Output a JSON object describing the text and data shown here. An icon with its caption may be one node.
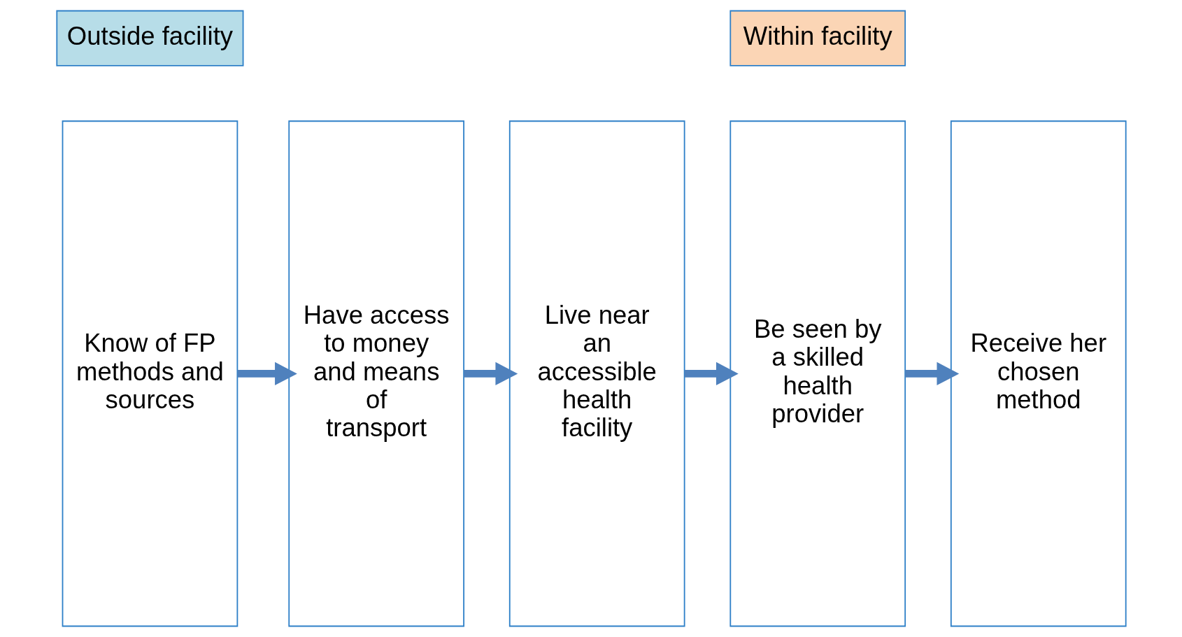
{
  "diagram": {
    "nodes": [
      {
        "text": [
          "Know of FP methods and sources"
        ]
      },
      {
        "text": [
          "Have access to money and means of transport"
        ]
      },
      {
        "text": [
          "Live near an accessible health facility"
        ]
      },
      {
        "text": [
          "Be seen by a skilled health provider"
        ]
      },
      {
        "text": [
          "Receive her chosen method"
        ]
      },
      {
        "text": [
          "Outside facility"
        ]
      },
      {
        "text": [
          "Within facility"
        ]
      }
    ],
    "edges": [
      {
        "from": 0,
        "to": 1,
        "arrow": "to"
      },
      {
        "from": 1,
        "to": 2,
        "arrow": "to"
      },
      {
        "from": 2,
        "to": 3,
        "arrow": "to"
      },
      {
        "from": 3,
        "to": 4,
        "arrow": "to"
      }
    ]
  }
}
